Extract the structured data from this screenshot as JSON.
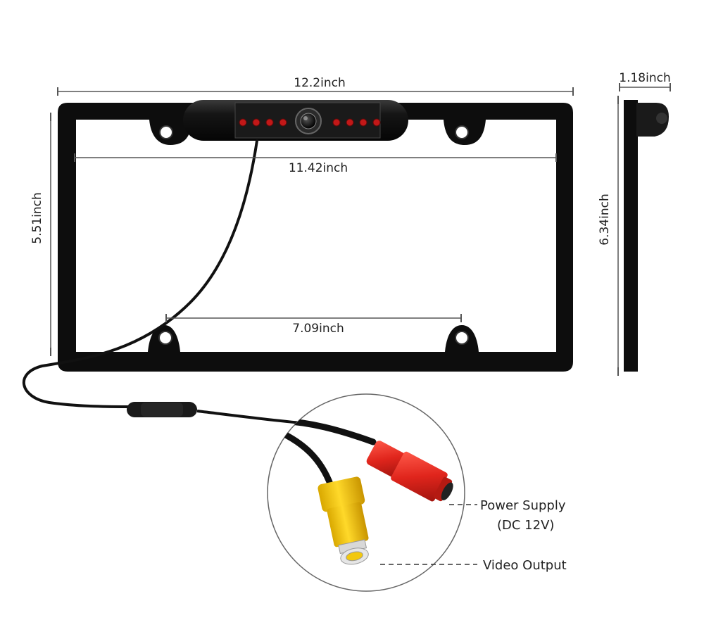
{
  "dimensions": {
    "overall_width": "12.2inch",
    "inner_width": "11.42inch",
    "hole_spacing": "7.09inch",
    "height_front": "5.51inch",
    "height_side": "6.34inch",
    "depth": "1.18inch"
  },
  "callouts": {
    "power_line1": "Power Supply",
    "power_line2": "(DC 12V)",
    "video": "Video Output"
  },
  "colors": {
    "frame": "#0d0d0d",
    "led": "#c21818",
    "power_connector": "#e0251c",
    "video_connector": "#f2c80f"
  }
}
